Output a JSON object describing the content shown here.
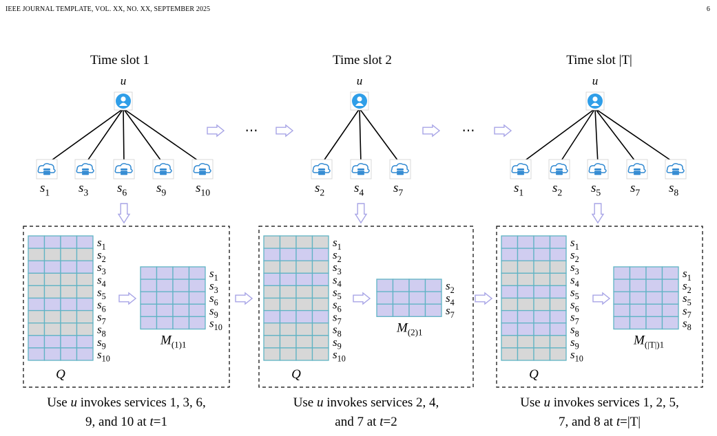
{
  "header": {
    "left": "IEEE JOURNAL TEMPLATE, VOL. XX, NO. XX, SEPTEMBER 2025",
    "page_number": "6"
  },
  "figure": {
    "ellipsis": "⋯",
    "panels": [
      {
        "title": "Time slot 1",
        "user": "u",
        "services": [
          "1",
          "3",
          "6",
          "9",
          "10"
        ],
        "q_label": "Q",
        "q_rows": [
          "1",
          "2",
          "3",
          "4",
          "5",
          "6",
          "7",
          "8",
          "9",
          "10"
        ],
        "m_label": "M",
        "m_sub": "(1)1",
        "caption_line1": [
          "Use ",
          "u",
          " invokes services 1, 3, 6,"
        ],
        "caption_line2": [
          "9, and 10 at ",
          "t",
          "=1"
        ]
      },
      {
        "title": "Time slot 2",
        "user": "u",
        "services": [
          "2",
          "4",
          "7"
        ],
        "q_label": "Q",
        "q_rows": [
          "1",
          "2",
          "3",
          "4",
          "5",
          "6",
          "7",
          "8",
          "9",
          "10"
        ],
        "m_label": "M",
        "m_sub": "(2)1",
        "caption_line1": [
          "Use ",
          "u",
          " invokes services 2, 4,"
        ],
        "caption_line2": [
          "and 7 at ",
          "t",
          "=2"
        ]
      },
      {
        "title": "Time slot |T|",
        "user": "u",
        "services": [
          "1",
          "2",
          "5",
          "7",
          "8"
        ],
        "q_label": "Q",
        "q_rows": [
          "1",
          "2",
          "3",
          "4",
          "5",
          "6",
          "7",
          "8",
          "9",
          "10"
        ],
        "m_label": "M",
        "m_sub": "(|T|)1",
        "caption_line1": [
          "Use ",
          "u",
          " invokes services 1, 2, 5,"
        ],
        "caption_line2": [
          "7, and 8 at ",
          "t",
          "=|T|"
        ]
      }
    ],
    "colors": {
      "purple_cell": "#d0cdf0",
      "gray_cell": "#d7d7d7",
      "grid_line": "#5fb3c4",
      "arrow": "#a7a4e6",
      "user_icon": "#2f9ee8",
      "cloud_icon": "#2f88d1"
    }
  }
}
